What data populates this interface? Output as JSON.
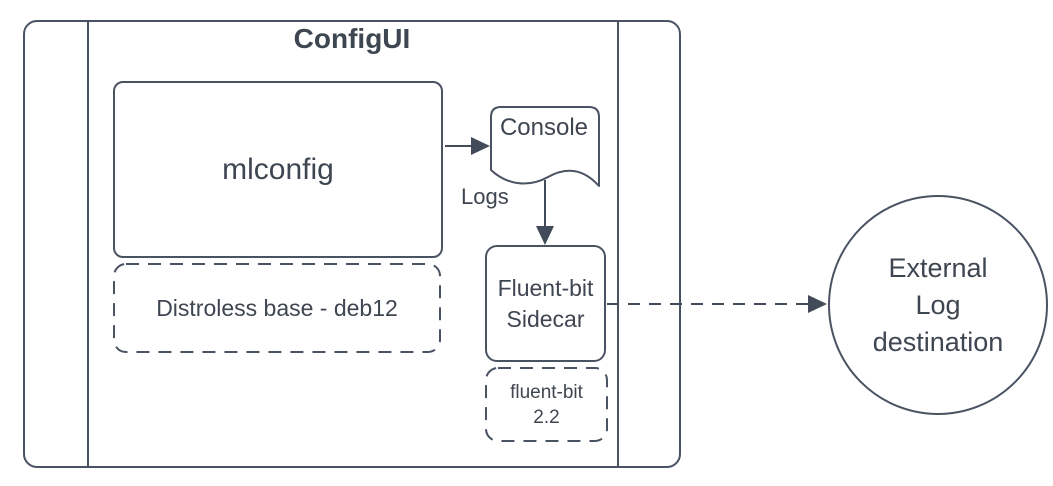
{
  "colors": {
    "stroke": "#4a5361",
    "arrow": "#424b59",
    "text": "#3e4651",
    "background": "#ffffff"
  },
  "container": {
    "title": "ConfigUI"
  },
  "nodes": {
    "mlconfig": {
      "label": "mlconfig"
    },
    "distroless_base": {
      "label": "Distroless base - deb12"
    },
    "console": {
      "label": "Console"
    },
    "fluent_bit_sidecar": {
      "line1": "Fluent-bit",
      "line2": "Sidecar"
    },
    "fluent_bit_version": {
      "line1": "fluent-bit",
      "line2": "2.2"
    },
    "external_log_destination": {
      "line1": "External",
      "line2": "Log",
      "line3": "destination"
    }
  },
  "edges": {
    "mlconfig_to_console": {
      "from": "mlconfig",
      "to": "console",
      "style": "solid",
      "label": ""
    },
    "console_to_sidecar": {
      "from": "console",
      "to": "fluent_bit_sidecar",
      "style": "solid",
      "label": "Logs"
    },
    "sidecar_to_external": {
      "from": "fluent_bit_sidecar",
      "to": "external_log_destination",
      "style": "dashed",
      "label": ""
    }
  }
}
